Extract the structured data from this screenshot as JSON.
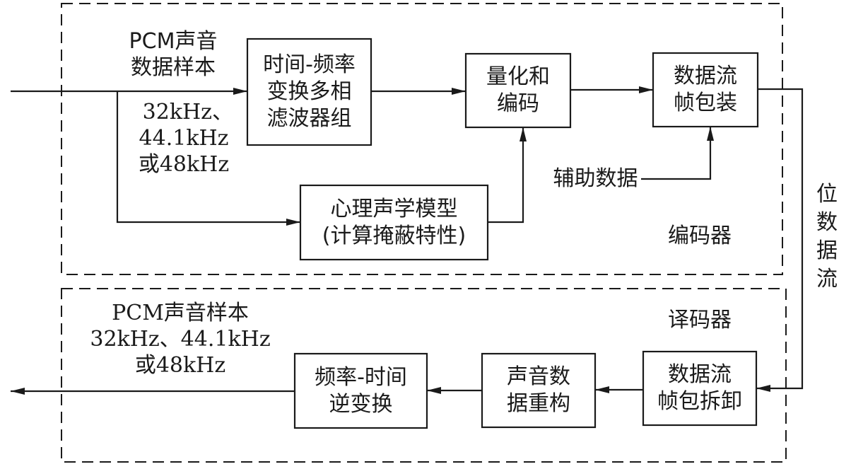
{
  "encoder": {
    "group_label": "编码器",
    "input_label": [
      "PCM声音",
      "数据样本"
    ],
    "sample_rates": [
      "32kHz、",
      "44.1kHz",
      "或48kHz"
    ],
    "blocks": {
      "filterbank": [
        "时间-频率",
        "变换多相",
        "滤波器组"
      ],
      "quantize": [
        "量化和",
        "编码"
      ],
      "framing": [
        "数据流",
        "帧包装"
      ],
      "psychoacoustic": [
        "心理声学模型",
        "(计算掩蔽特性)"
      ]
    },
    "ancillary_label": "辅助数据"
  },
  "bitstream_label": [
    "位",
    "数",
    "据",
    "流"
  ],
  "decoder": {
    "group_label": "译码器",
    "output_label": [
      "PCM声音样本",
      "32kHz、44.1kHz",
      "或48kHz"
    ],
    "blocks": {
      "unpack": [
        "数据流",
        "帧包拆卸"
      ],
      "reconstruct": [
        "声音数",
        "据重构"
      ],
      "inverse": [
        "频率-时间",
        "逆变换"
      ]
    }
  }
}
